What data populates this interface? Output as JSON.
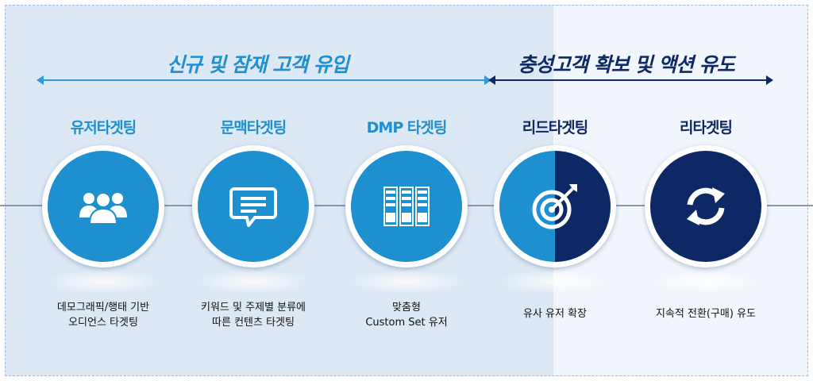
{
  "sections": {
    "left_title": "신규 및 잠재 고객 유입",
    "right_title": "충성고객 확보 및 액션 유도"
  },
  "colors": {
    "light_blue": "#1e90d0",
    "navy": "#0e2866",
    "left_panel": "#dce8f4",
    "right_panel": "#f1f6fc"
  },
  "items": [
    {
      "label": "유저타겟팅",
      "icon": "users-icon",
      "desc": [
        "데모그래픽/행태 기반",
        "오디언스 타겟팅"
      ]
    },
    {
      "label": "문맥타겟팅",
      "icon": "chat-message-icon",
      "desc": [
        "키워드 및 주제별 분류에",
        "따른 컨텐츠 타겟팅"
      ]
    },
    {
      "label": "DMP 타겟팅",
      "icon": "server-rack-icon",
      "desc": [
        "맞춤형",
        "Custom Set 유저"
      ]
    },
    {
      "label": "리드타겟팅",
      "icon": "target-icon",
      "desc": [
        "유사 유저 확장"
      ]
    },
    {
      "label": "리타겟팅",
      "icon": "refresh-cycle-icon",
      "desc": [
        "지속적 전환(구매) 유도"
      ]
    }
  ]
}
